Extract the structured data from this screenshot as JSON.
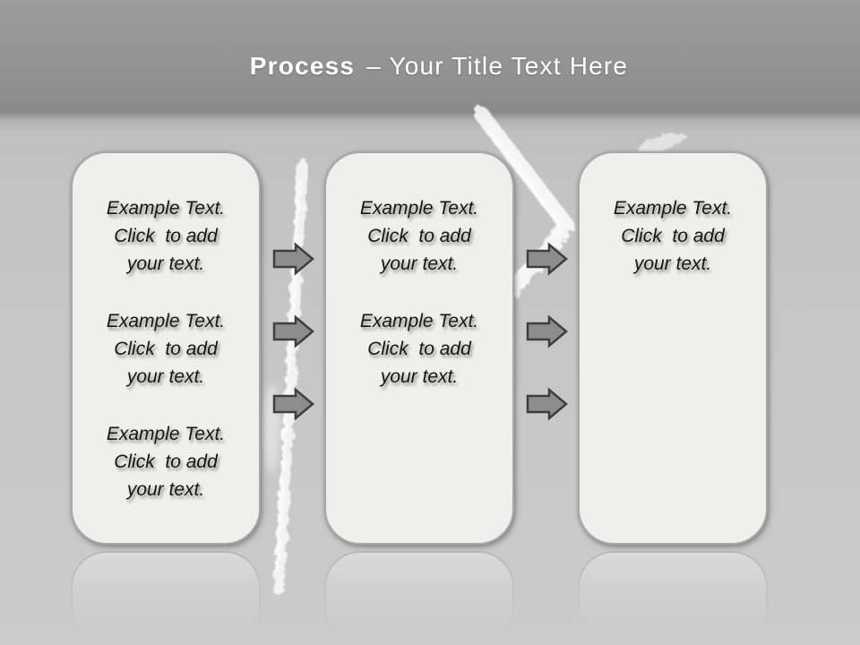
{
  "slide_title": {
    "keyword": "Process",
    "rest": "– Your Title Text Here"
  },
  "panels": [
    {
      "id": "step-1",
      "blocks": [
        {
          "lines": [
            "Example Text.",
            "Click  to add",
            "your text."
          ]
        },
        {
          "lines": [
            "Example Text.",
            "Click  to add",
            "your text."
          ]
        },
        {
          "lines": [
            "Example Text.",
            "Click  to add",
            "your text."
          ]
        }
      ]
    },
    {
      "id": "step-2",
      "blocks": [
        {
          "lines": [
            "Example Text.",
            "Click  to add",
            "your text."
          ]
        },
        {
          "lines": [
            "Example Text.",
            "Click  to add",
            "your text."
          ]
        }
      ]
    },
    {
      "id": "step-3",
      "blocks": [
        {
          "lines": [
            "Example Text.",
            "Click  to add",
            "your text."
          ]
        }
      ]
    }
  ],
  "icons": {
    "flow_arrow": "→",
    "chalk_marks": [
      "vertical-streak",
      "chevron-right",
      "smudge"
    ]
  },
  "colors": {
    "background_top": "#8c8c8c",
    "background_bottom": "#cbcbcb",
    "title_text": "#ffffff",
    "card_fill": "#efefee",
    "card_border": "#a8a8a8",
    "body_text": "#161616",
    "arrow_fill": "#8d8d8d",
    "arrow_border": "#3e3e3e",
    "chalk": "#ffffff"
  }
}
